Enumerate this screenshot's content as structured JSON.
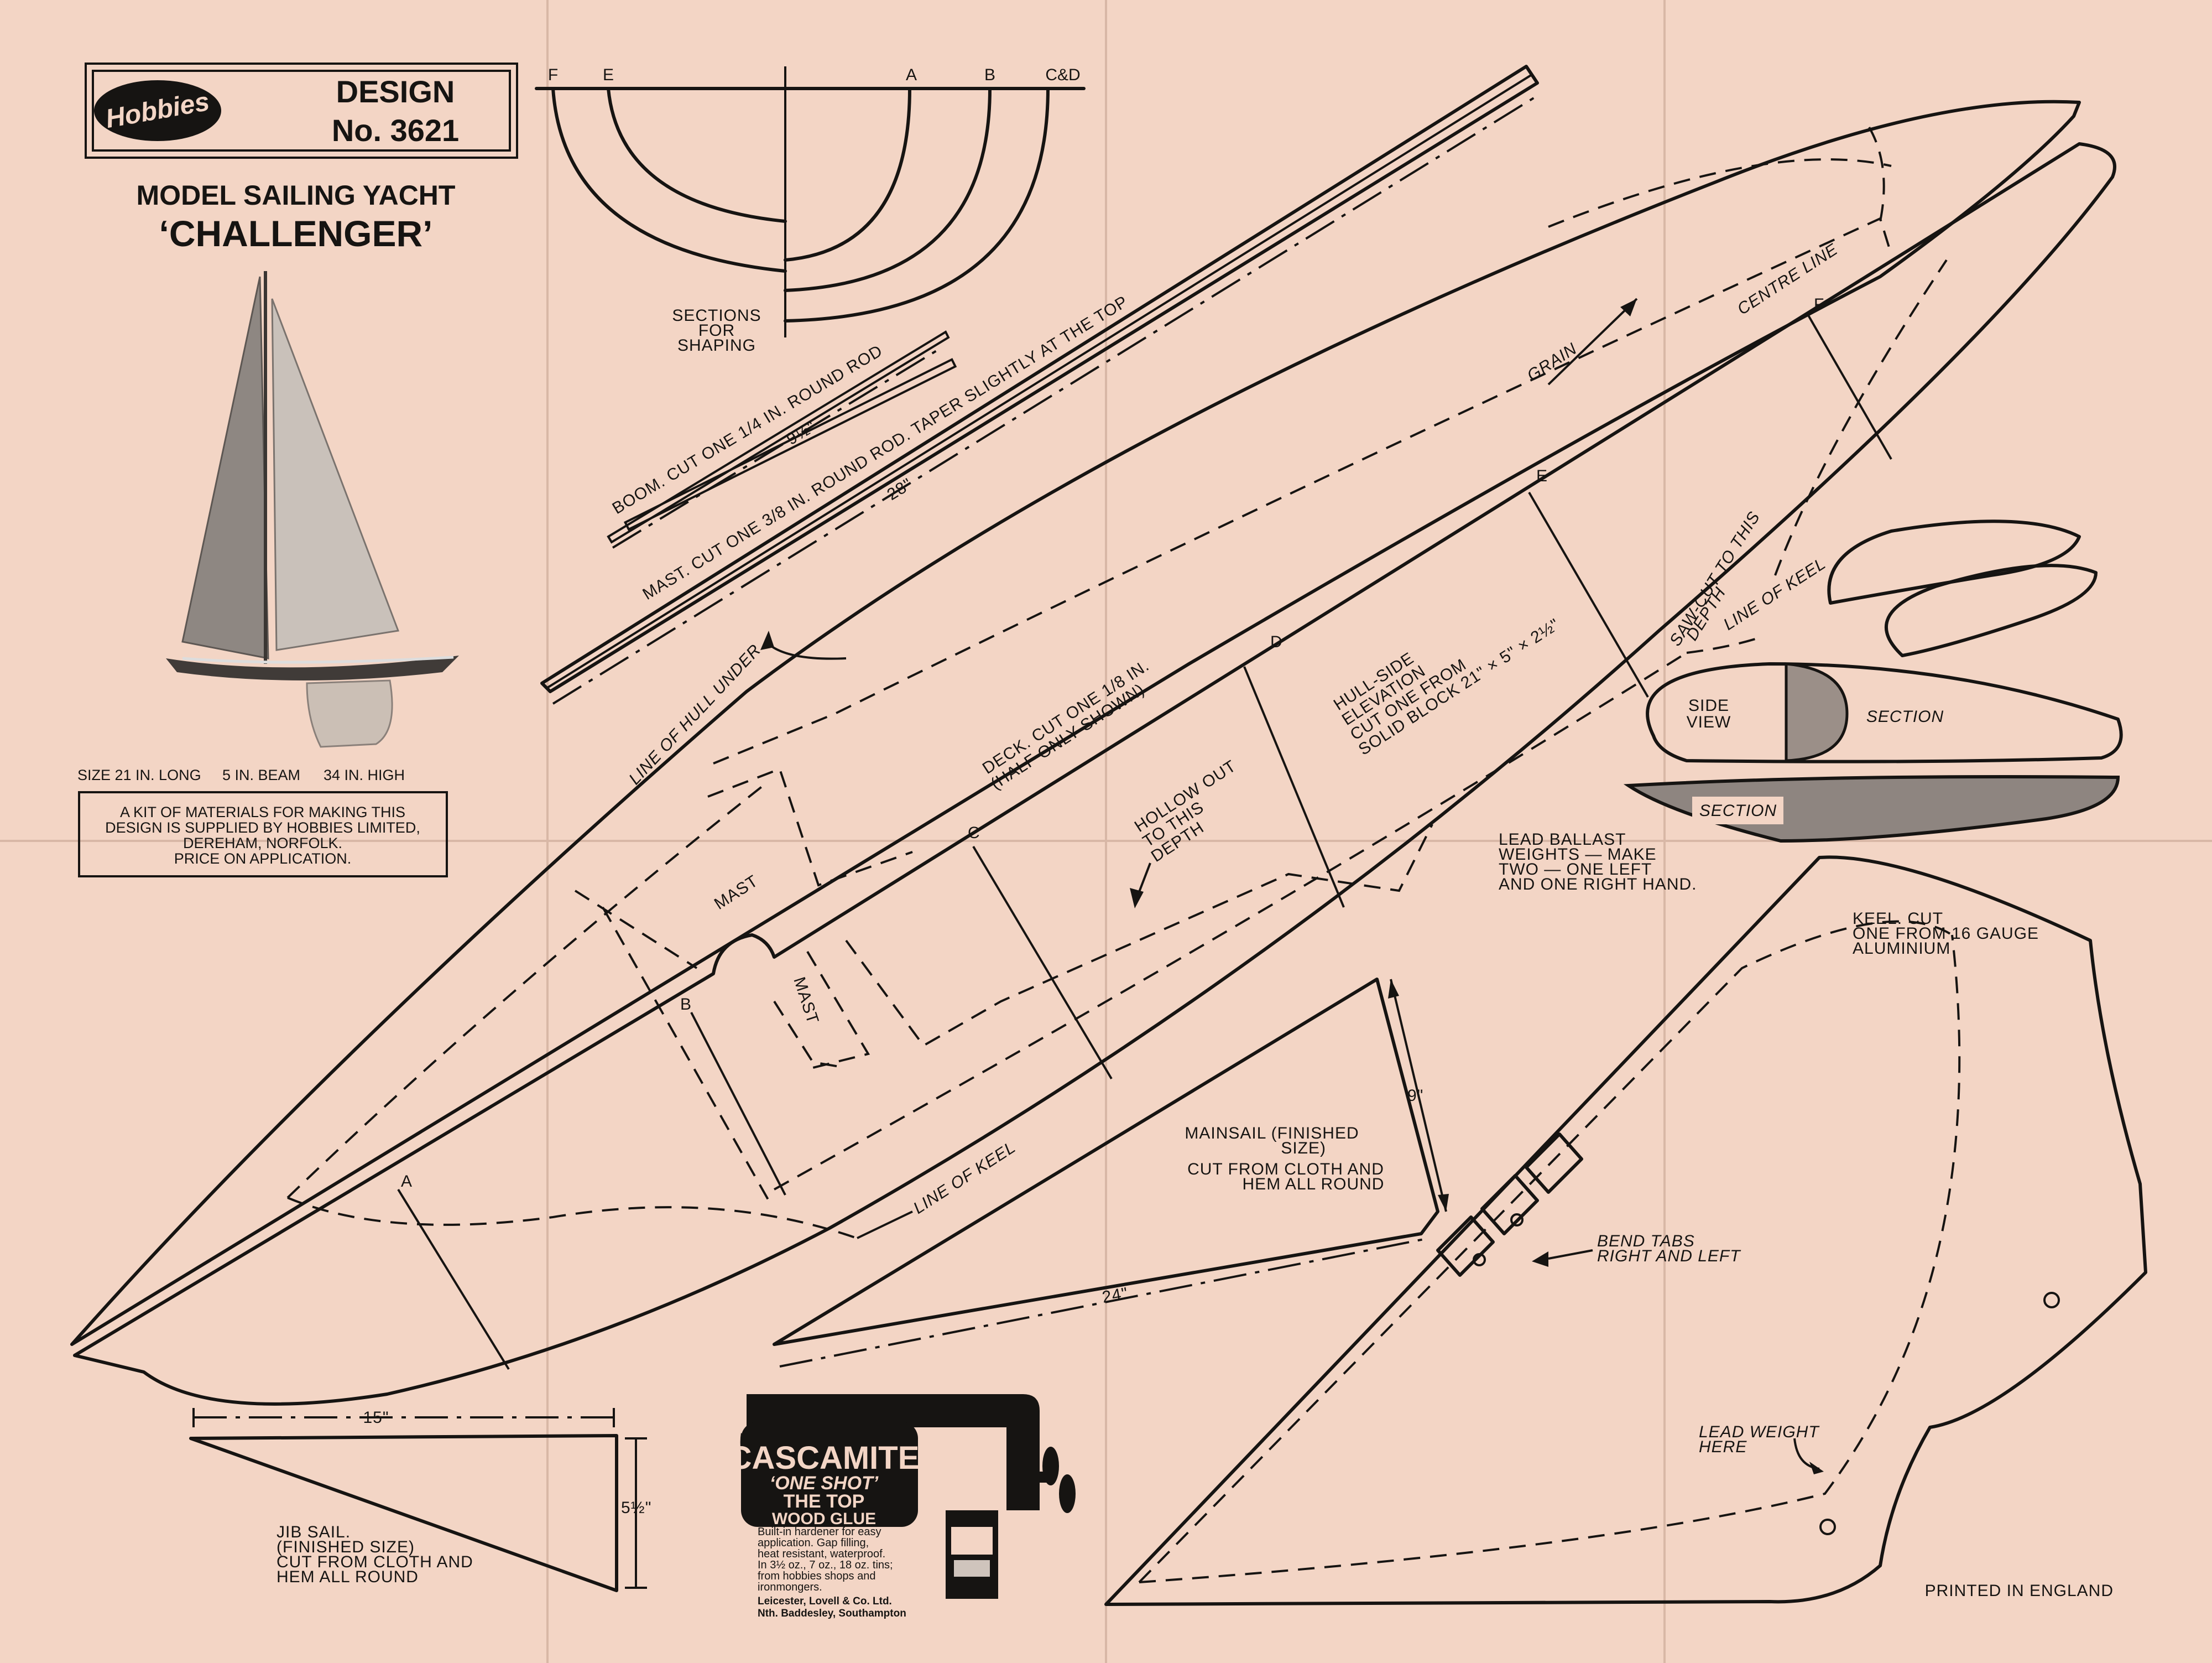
{
  "header": {
    "brand": "Hobbies",
    "design_label": "DESIGN",
    "design_number": "No. 3621",
    "subtitle": "MODEL SAILING YACHT",
    "name": "‘CHALLENGER’"
  },
  "specs": {
    "size": "SIZE 21 IN. LONG",
    "beam": "5 IN. BEAM",
    "height": "34 IN. HIGH"
  },
  "kit_note": {
    "line1": "A KIT OF MATERIALS FOR MAKING THIS",
    "line2": "DESIGN IS SUPPLIED BY HOBBIES LIMITED,",
    "line3": "DEREHAM, NORFOLK.",
    "line4": "PRICE ON APPLICATION."
  },
  "sections": {
    "letters": [
      "F",
      "E",
      "A",
      "B",
      "C&D"
    ],
    "label_l1": "SECTIONS",
    "label_l2": "FOR",
    "label_l3": "SHAPING"
  },
  "boom": {
    "label": "BOOM.  CUT ONE 1/4 IN. ROUND ROD",
    "dim": "9½\""
  },
  "mast": {
    "label": "MAST.  CUT ONE 3/8 IN. ROUND ROD.  TAPER SLIGHTLY AT THE TOP",
    "dim": "28\""
  },
  "deck": {
    "line1": "DECK. CUT ONE 1/8 IN.",
    "line2": "(HALF ONLY SHOWN)"
  },
  "hull_side": {
    "line1": "HULL-SIDE",
    "line2": "ELEVATION",
    "line3": "CUT ONE FROM",
    "line4": "SOLID BLOCK 21\" × 5\" × 2½\""
  },
  "hollow": {
    "line1": "HOLLOW OUT",
    "line2": "TO THIS",
    "line3": "DEPTH"
  },
  "labels": {
    "line_of_hull_under": "LINE OF HULL UNDER",
    "line_of_keel_lower": "LINE OF KEEL",
    "line_of_keel_upper": "LINE OF KEEL",
    "centre_line": "CENTRE LINE",
    "grain": "GRAIN",
    "saw_cut_l1": "SAW-CUT TO THIS",
    "saw_cut_l2": "DEPTH",
    "mast_round": "MAST",
    "mast_slot": "MAST"
  },
  "station_letters": [
    "A",
    "B",
    "C",
    "D",
    "E",
    "F"
  ],
  "ballast": {
    "side_view_l1": "SIDE",
    "side_view_l2": "VIEW",
    "section_a": "SECTION",
    "section_b": "SECTION",
    "note_l1": "LEAD BALLAST",
    "note_l2": "WEIGHTS — MAKE",
    "note_l3": "TWO — ONE LEFT",
    "note_l4": "AND ONE RIGHT HAND."
  },
  "keel": {
    "line1": "KEEL.  CUT",
    "line2": "ONE FROM 16 GAUGE",
    "line3": "ALUMINIUM",
    "bend_l1": "BEND TABS",
    "bend_l2": "RIGHT AND LEFT",
    "weight_l1": "LEAD WEIGHT",
    "weight_l2": "HERE"
  },
  "mainsail": {
    "line1": "MAINSAIL (FINISHED",
    "line2": "SIZE)",
    "line3": "CUT FROM CLOTH AND",
    "line4": "HEM ALL ROUND",
    "dim_side": "9\"",
    "dim_base": "24\""
  },
  "jib": {
    "line1": "JIB SAIL.",
    "line2": "(FINISHED SIZE)",
    "line3": "CUT FROM CLOTH AND",
    "line4": "HEM ALL ROUND",
    "dim_top": "15\"",
    "dim_side": "5½\""
  },
  "ad": {
    "brand": "CASCAMITE",
    "tag1": "‘ONE SHOT’",
    "tag2": "THE TOP",
    "tag3": "WOOD GLUE",
    "body1": "Built-in hardener for easy",
    "body2": "application.  Gap filling,",
    "body3": "heat resistant, waterproof.",
    "body4": "In 3½ oz., 7 oz., 18 oz. tins;",
    "body5": "from hobbies shops and",
    "body6": "ironmongers.",
    "company1": "Leicester, Lovell & Co. Ltd.",
    "company2": "Nth. Baddesley, Southampton"
  },
  "footer": {
    "printed": "PRINTED IN ENGLAND"
  }
}
